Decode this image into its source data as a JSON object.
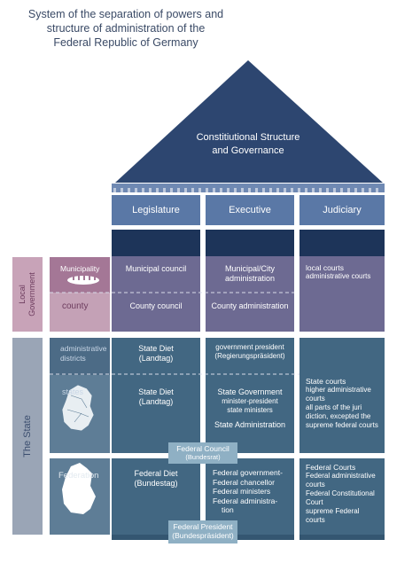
{
  "title_lines": [
    "System of the separation of powers and",
    "structure of administration of the",
    "Federal Republic of Germany"
  ],
  "roof": [
    "Constitiutional Structure",
    "and Governance"
  ],
  "pillars": [
    "Legislature",
    "Executive",
    "Judiciary"
  ],
  "groups": {
    "local": [
      "Local",
      "Government"
    ],
    "state": "The State"
  },
  "levels": {
    "municipality": "Municipality",
    "county": "county",
    "districts": [
      "administrative",
      "districts"
    ],
    "states": "states",
    "federation": "Federation"
  },
  "legislature": {
    "municipal": "Municipal council",
    "county": "County council",
    "districts": [
      "State Diet",
      "(Landtag)"
    ],
    "states": [
      "State Diet",
      "(Landtag)"
    ],
    "federation": [
      "Federal Diet",
      "(Bundestag)"
    ]
  },
  "executive": {
    "municipal": [
      "Municipal/City",
      "administration"
    ],
    "county": "County administration",
    "districts": [
      "government president",
      "(Regierungspräsident)"
    ],
    "states": [
      "State Government",
      "minister-president",
      "state ministers"
    ],
    "states_admin": "State Administration",
    "federation": [
      "Federal government-",
      "Federal chancellor",
      "Federal ministers",
      "Federal administra-",
      "tion"
    ]
  },
  "judiciary": {
    "local": [
      "local courts",
      "administrative courts"
    ],
    "state": [
      "State courts",
      "higher administrative",
      "courts",
      "all parts of the juri",
      "diction, excepted the",
      "supreme federal courts"
    ],
    "federal": [
      "Federal Courts",
      "Federal administrative",
      "courts",
      "Federal Constitutional",
      "Court",
      "supreme Federal",
      "courts"
    ]
  },
  "federal_council": [
    "Federal Council",
    "(Bundesrat)"
  ],
  "federal_president": [
    "Federal President",
    "(Bundespräsident)"
  ]
}
